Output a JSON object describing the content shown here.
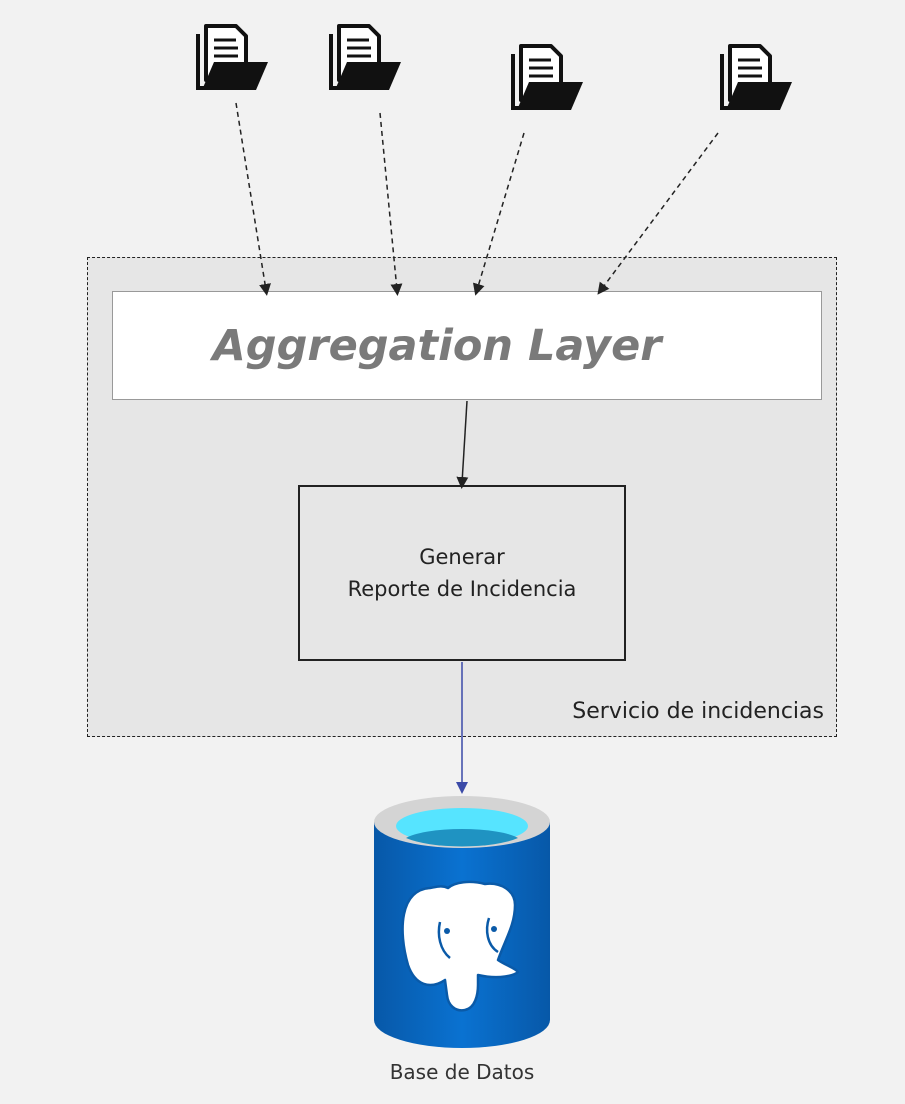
{
  "diagram": {
    "sources": [
      {
        "icon": "document-folder-icon"
      },
      {
        "icon": "document-folder-icon"
      },
      {
        "icon": "document-folder-icon"
      },
      {
        "icon": "document-folder-icon"
      }
    ],
    "service_label": "Servicio de incidencias",
    "aggregation_label": "Aggregation Layer",
    "report_line1": "Generar",
    "report_line2": "Reporte de Incidencia",
    "database_label": "Base de Datos",
    "database_icon": "postgresql-elephant-icon",
    "colors": {
      "background": "#f2f2f2",
      "service_fill": "#e6e6e6",
      "db_blue": "#0a6bc4",
      "db_top": "#5ce6ff",
      "db_connector": "#3b4aa8"
    }
  }
}
